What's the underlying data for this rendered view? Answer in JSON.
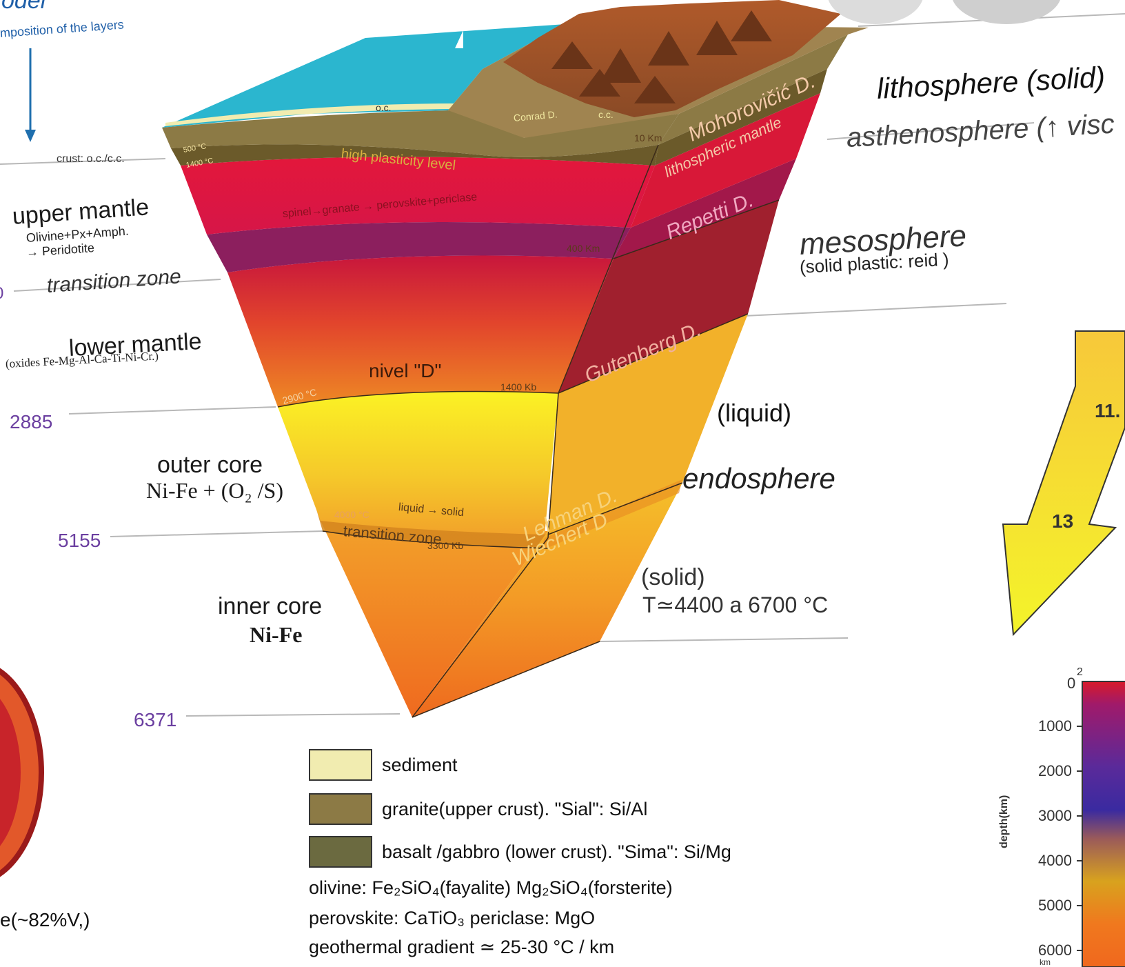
{
  "header": {
    "title_fragment": "odel",
    "subtitle_fragment": "mposition of the layers"
  },
  "left_labels": {
    "crust": "crust: o.c./c.c.",
    "upper_mantle": "upper mantle",
    "upper_mantle_comp1": "Olivine+Px+Amph.",
    "upper_mantle_comp2": "→ Peridotite",
    "transition_zone": "transition zone",
    "lower_mantle": "lower mantle",
    "lower_mantle_comp": "(oxides Fe-Mg-Al-Ca-Ti-Ni-Cr.)",
    "outer_core": "outer core",
    "outer_core_comp": "Ni-Fe + (O₂ /S)",
    "inner_core": "inner core",
    "inner_core_comp": "Ni-Fe",
    "partial_bottom": "e(~82%V,)",
    "partial_zero": "0"
  },
  "depths": [
    "2885",
    "5155",
    "6371"
  ],
  "right_labels": {
    "lithosphere": "lithosphere (solid)",
    "asthenosphere": "asthenosphere (↑ visc",
    "mesosphere": "mesosphere",
    "mesosphere_sub": "(solid plastic: reid )",
    "liquid": "(liquid)",
    "endosphere": "endosphere",
    "solid": "(solid)",
    "temperature": "T≃4400 a 6700 °C"
  },
  "discontinuities": {
    "mohorovicic": "Mohorovičić D.",
    "lithospheric_mantle": "lithospheric mantle",
    "repetti": "Repetti D.",
    "gutenberg": "Gutenberg D.",
    "lehman": "Lehman D.",
    "wiechert": "Wiechert D"
  },
  "inner_labels": {
    "nivel_d": "nivel \"D\"",
    "high_plasticity": "high plasticity level",
    "spinel": "spinel→granate → perovskite+periclase",
    "oc": "o.c.",
    "conrad": "Conrad D.",
    "cc": "c.c.",
    "km10": "10 Km",
    "km400": "400 Km",
    "km1400": "1400 Kb",
    "t2900": "2900 °C",
    "liquid_solid": "liquid → solid",
    "transition_zone": "transition zone",
    "kb3300": "3300 Kb",
    "t4000": "4000 °C",
    "t500": "500 °C",
    "t1400": "1400 °C"
  },
  "legend": [
    {
      "label": "sediment",
      "color": "#f1ecb0"
    },
    {
      "label": "granite(upper crust). \"Sial\": Si/Al",
      "color": "#8c7a45"
    },
    {
      "label": "basalt /gabbro (lower crust). \"Sima\": Si/Mg",
      "color": "#6b6a40"
    }
  ],
  "equations": {
    "olivine": "olivine: Fe₂SiO₄(fayalite)     Mg₂SiO₄(forsterite)",
    "perovskite": "perovskite: CaTiO₃   periclase:  MgO",
    "gradient": "geothermal gradient ≃ 25-30 °C / km"
  },
  "arrow_labels": [
    "11.",
    "13"
  ],
  "chart_axis": {
    "ylabel": "depth(km)",
    "ticks": [
      "0",
      "1000",
      "2000",
      "3000",
      "4000",
      "5000",
      "6000"
    ],
    "top_super": "2",
    "bottom_fragment": "km"
  },
  "colors": {
    "ocean": "#2bb6cf",
    "crust_top": "#8a5a35",
    "upper_mantle": "#e81f3c",
    "transition": "#8c1f5e",
    "lower_mantle": "#e8582a",
    "outer_core": "#f5e822",
    "inner_core": "#f28a22",
    "depth_text": "#6b3fa0"
  }
}
